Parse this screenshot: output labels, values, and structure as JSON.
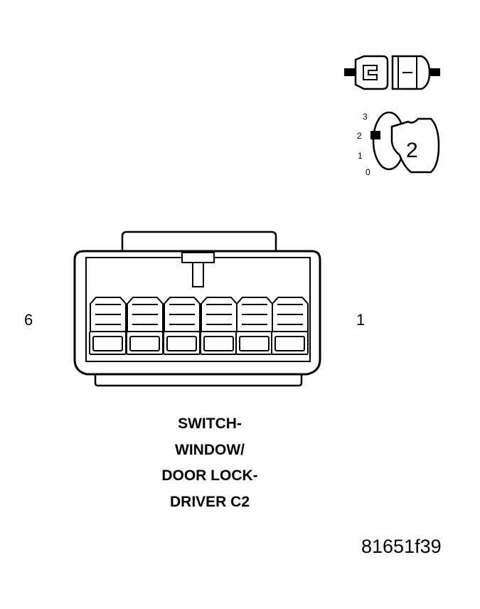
{
  "pin_labels": {
    "left": "6",
    "right": "1"
  },
  "caption": [
    "SWITCH-",
    "WINDOW/",
    "DOOR LOCK-",
    "DRIVER C2"
  ],
  "figure_id": "81651f39",
  "key_legend": {
    "positions": [
      "3",
      "2",
      "1",
      "0"
    ],
    "selected": "2"
  },
  "cavity_count": 6
}
